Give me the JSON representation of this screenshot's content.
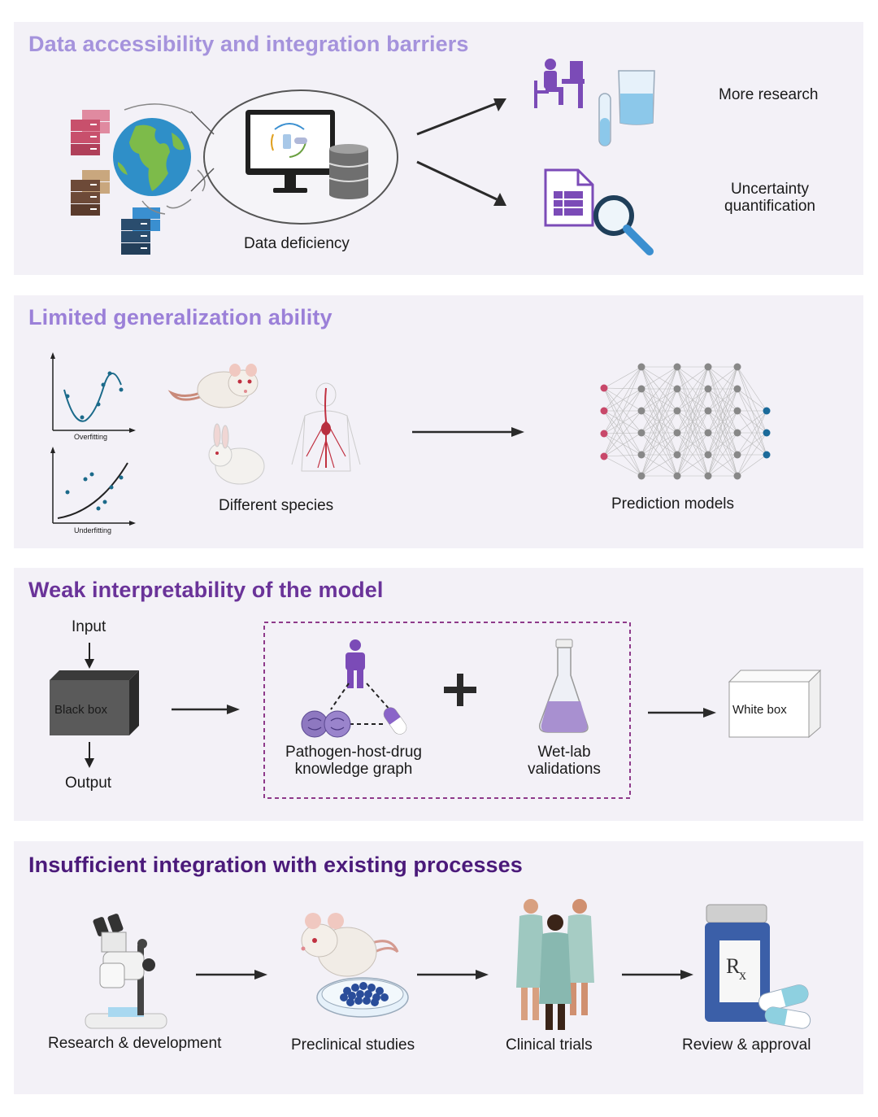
{
  "panels": [
    {
      "title": "Data accessibility and integration barriers",
      "title_color": "#a593dc",
      "labels": {
        "data_deficiency": "Data deficiency",
        "more_research": "More research",
        "uncertainty": "Uncertainty quantification"
      }
    },
    {
      "title": "Limited generalization ability",
      "title_color": "#9b80d8",
      "labels": {
        "overfitting": "Overfitting",
        "underfitting": "Underfitting",
        "different_species": "Different species",
        "prediction_models": "Prediction models"
      }
    },
    {
      "title": "Weak interpretability of the model",
      "title_color": "#6a3399",
      "labels": {
        "input": "Input",
        "black_box": "Black box",
        "output": "Output",
        "knowledge_graph": "Pathogen-host-drug knowledge graph",
        "wet_lab": "Wet-lab validations",
        "white_box": "White box"
      }
    },
    {
      "title": "Insufficient integration with existing processes",
      "title_color": "#4b1a7a",
      "labels": {
        "research": "Research & development",
        "preclinical": "Preclinical studies",
        "clinical": "Clinical trials",
        "review": "Review & approval"
      }
    }
  ],
  "icons": [
    "server-icon",
    "globe-icon",
    "monitor-icon",
    "database-icon",
    "researcher-icon",
    "beaker-icon",
    "test-tube-icon",
    "document-icon",
    "magnifier-icon",
    "rat-icon",
    "rabbit-icon",
    "human-anatomy-icon",
    "neural-network-icon",
    "person-icon",
    "pathogen-icon",
    "capsule-icon",
    "flask-icon",
    "microscope-icon",
    "mouse-icon",
    "petri-dish-icon",
    "patients-icon",
    "pill-bottle-icon"
  ]
}
